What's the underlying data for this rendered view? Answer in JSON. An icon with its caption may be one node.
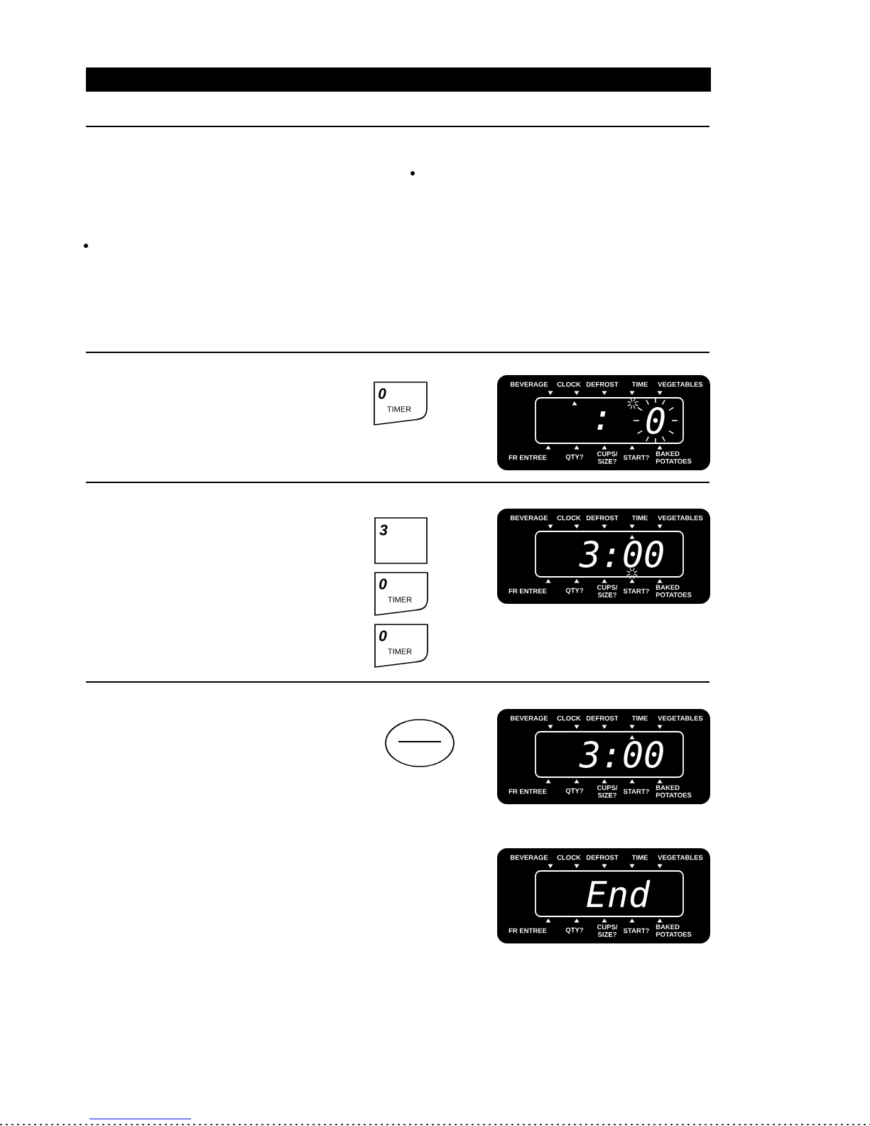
{
  "diagram": {
    "nodes": [
      {
        "text": [
          "0",
          "TIMER"
        ]
      },
      {
        "text": [
          "BEVERAGE",
          "CLOCK",
          "DEFROST",
          "TIME",
          "VEGETABLES",
          "FR ENTREE",
          "QTY?",
          "CUPS/ SIZE?",
          "START?",
          "BAKED POTATOES",
          ":",
          "0"
        ]
      },
      {
        "text": [
          "3"
        ]
      },
      {
        "text": [
          "BEVERAGE",
          "CLOCK",
          "DEFROST",
          "TIME",
          "VEGETABLES",
          "FR ENTREE",
          "QTY?",
          "CUPS/ SIZE?",
          "START?",
          "BAKED POTATOES",
          "3:00"
        ]
      },
      {
        "text": [
          "0",
          "TIMER"
        ]
      },
      {
        "text": [
          "0",
          "TIMER"
        ]
      },
      {
        "text": [],
        "shape": "ellipse"
      },
      {
        "text": [
          "BEVERAGE",
          "CLOCK",
          "DEFROST",
          "TIME",
          "VEGETABLES",
          "FR ENTREE",
          "QTY?",
          "CUPS/ SIZE?",
          "START?",
          "BAKED POTATOES",
          "3:00"
        ]
      },
      {
        "text": [
          "BEVERAGE",
          "CLOCK",
          "DEFROST",
          "TIME",
          "VEGETABLES",
          "FR ENTREE",
          "QTY?",
          "CUPS/ SIZE?",
          "START?",
          "BAKED POTATOES",
          "End"
        ]
      }
    ]
  }
}
